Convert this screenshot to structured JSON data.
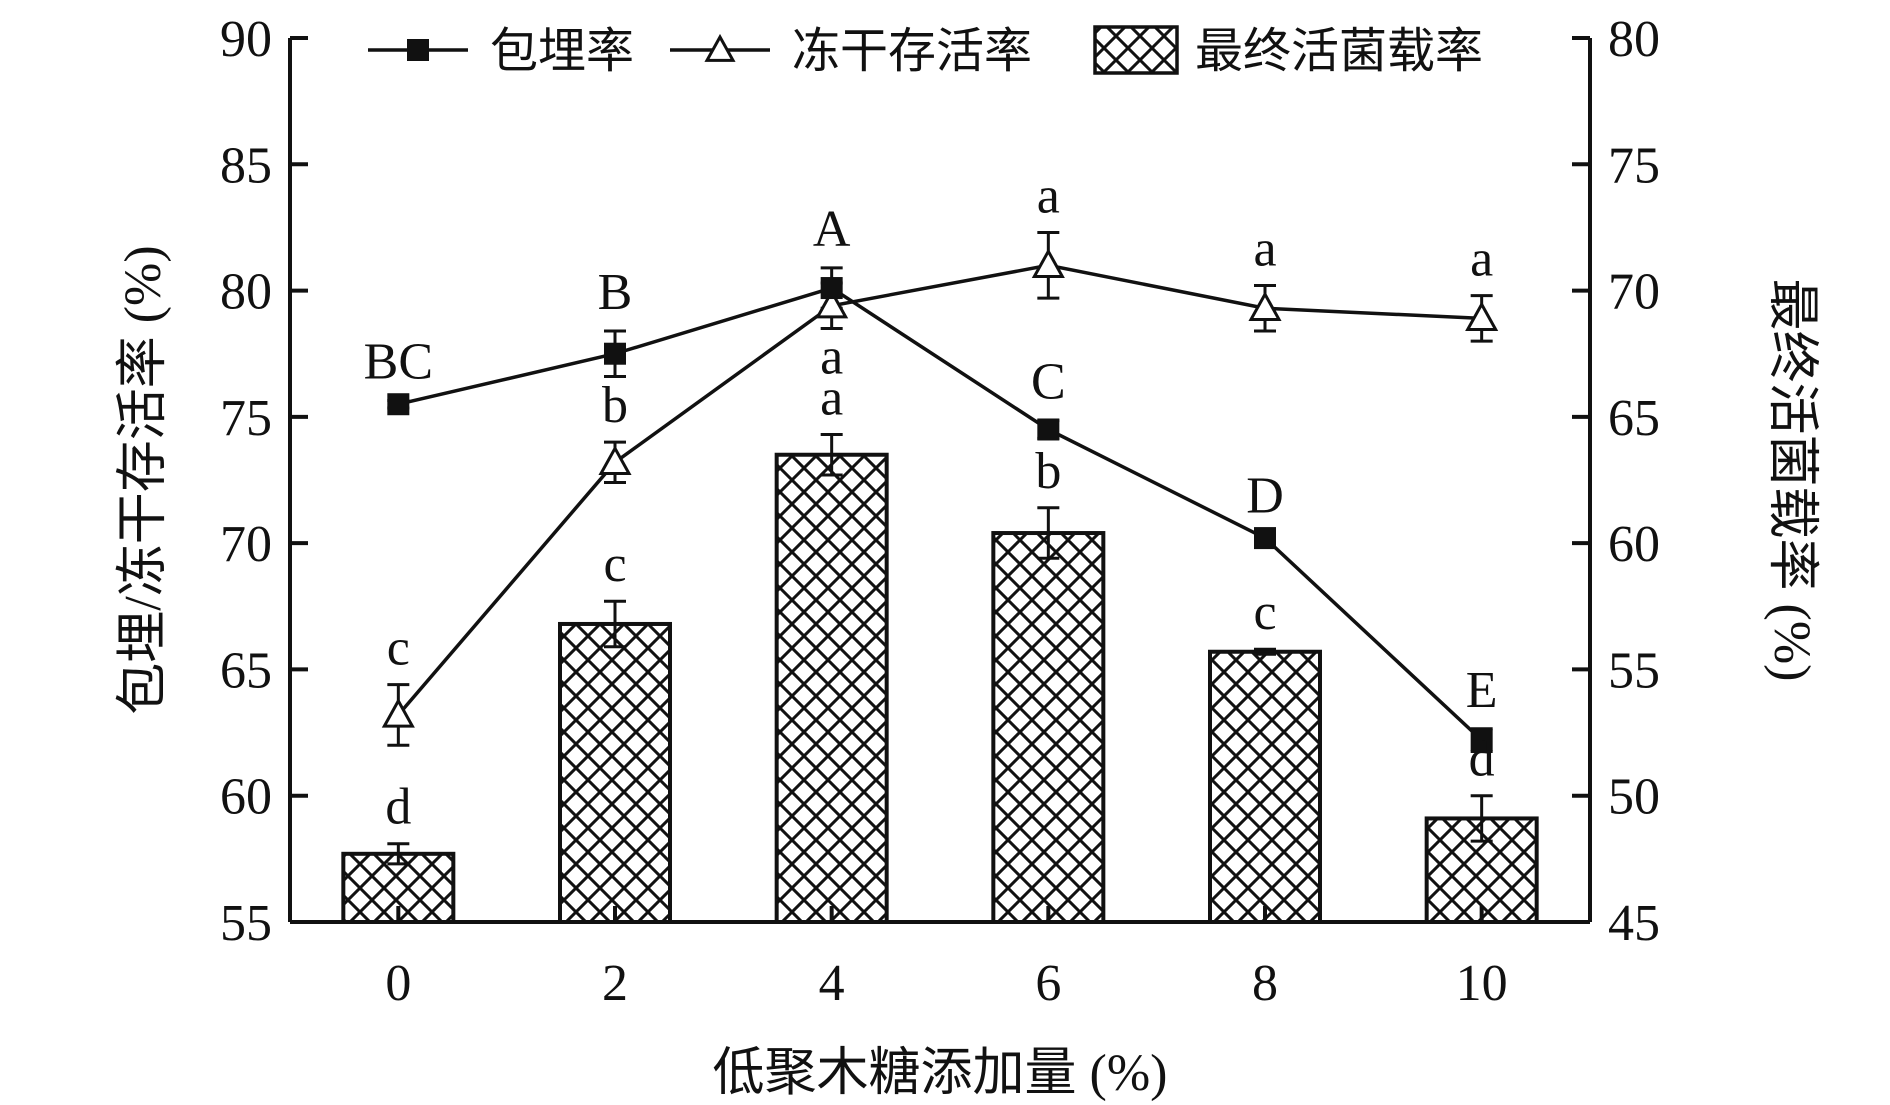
{
  "chart_data": {
    "type": "bar",
    "x": {
      "title": "低聚木糖添加量 (%)",
      "categories": [
        "0",
        "2",
        "4",
        "6",
        "8",
        "10"
      ]
    },
    "y_left": {
      "title": "包埋/冻干存活率 (%)",
      "range": [
        55,
        90
      ],
      "ticks": [
        55,
        60,
        65,
        70,
        75,
        80,
        85,
        90
      ]
    },
    "y_right": {
      "title": "最终活菌载率 (%)",
      "range": [
        45,
        80
      ],
      "ticks": [
        45,
        50,
        55,
        60,
        65,
        70,
        75,
        80
      ]
    },
    "legend": {
      "position": "top",
      "items": [
        "包埋率",
        "冻干存活率",
        "最终活菌载率"
      ]
    },
    "colors": {
      "ink": "#111111",
      "background": "#ffffff"
    },
    "series": [
      {
        "name": "包埋率",
        "type": "line",
        "axis": "left",
        "marker": "filled-square",
        "values": [
          75.5,
          77.5,
          80.1,
          74.5,
          70.2,
          62.2
        ],
        "errors": [
          0.15,
          0.9,
          0.8,
          0.35,
          0.15,
          0.45
        ],
        "letters": [
          "BC",
          "B",
          "A",
          "C",
          "D",
          "E"
        ]
      },
      {
        "name": "冻干存活率",
        "type": "line",
        "axis": "left",
        "marker": "open-triangle",
        "values": [
          63.2,
          73.2,
          79.4,
          81.0,
          79.3,
          78.9
        ],
        "errors": [
          1.2,
          0.8,
          0.9,
          1.3,
          0.9,
          0.9
        ],
        "letters": [
          "c",
          "b",
          "a",
          "a",
          "a",
          "a"
        ]
      },
      {
        "name": "最终活菌载率",
        "type": "bar",
        "axis": "right",
        "pattern": "crosshatch",
        "values": [
          47.7,
          56.8,
          63.5,
          60.4,
          55.7,
          49.1
        ],
        "errors": [
          0.4,
          0.9,
          0.8,
          1.0,
          0.1,
          0.9
        ],
        "letters": [
          "d",
          "c",
          "a",
          "b",
          "c",
          "d"
        ]
      }
    ]
  }
}
